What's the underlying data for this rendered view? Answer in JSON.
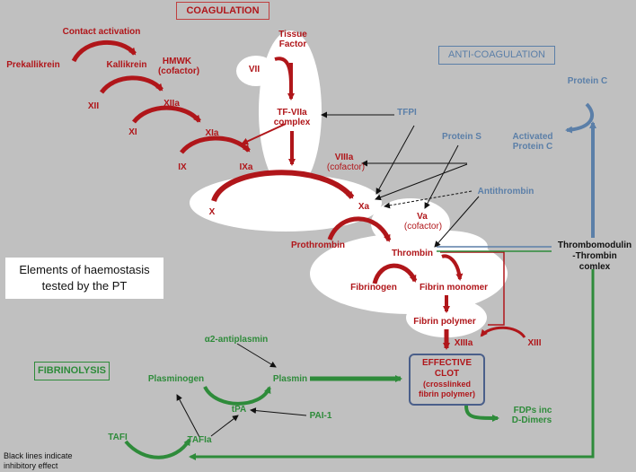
{
  "headings": {
    "coagulation": "COAGULATION",
    "anti_coagulation": "ANTI-COAGULATION",
    "fibrinolysis": "FIBRINOLYSIS"
  },
  "legend": {
    "pt_line1": "Elements of haemostasis",
    "pt_line2": "tested by the PT",
    "inhibit_line1": "Black lines indicate",
    "inhibit_line2": "inhibitory effect"
  },
  "coag": {
    "contact_activation": "Contact activation",
    "prekallikrein": "Prekallikrein",
    "kallikrein": "Kallikrein",
    "hmwk": "HMWK",
    "hmwk_cofactor": "(cofactor)",
    "xii": "XII",
    "xiia": "XIIa",
    "xi": "XI",
    "xia": "XIa",
    "ix": "IX",
    "ixa": "IXa",
    "tissue_factor_1": "Tissue",
    "tissue_factor_2": "Factor",
    "vii": "VII",
    "tf_viia_1": "TF-VIIa",
    "tf_viia_2": "complex",
    "viiia": "VIIIa",
    "viiia_cofactor": "(cofactor)",
    "x": "X",
    "xa": "Xa",
    "va": "Va",
    "va_cofactor": "(cofactor)",
    "prothrombin": "Prothrombin",
    "thrombin": "Thrombin",
    "fibrinogen": "Fibrinogen",
    "fibrin_monomer": "Fibrin monomer",
    "fibrin_polymer": "Fibrin polymer",
    "xiiia": "XIIIa",
    "xiii": "XIII",
    "clot_1": "EFFECTIVE",
    "clot_2": "CLOT",
    "clot_3": "(crosslinked",
    "clot_4": "fibrin polymer)"
  },
  "anti": {
    "tfpi": "TFPI",
    "protein_s": "Protein S",
    "activated_pc_1": "Activated",
    "activated_pc_2": "Protein C",
    "protein_c": "Protein C",
    "antithrombin": "Antithrombin",
    "thrombomodulin_1": "Thrombomodulin",
    "thrombomodulin_2": "-Thrombin",
    "thrombomodulin_3": "comlex"
  },
  "fibrino": {
    "a2_antiplasmin": "α2-antiplasmin",
    "plasminogen": "Plasminogen",
    "plasmin": "Plasmin",
    "tpa": "tPA",
    "pai1": "PAI-1",
    "tafi": "TAFI",
    "tafia": "TAFIa",
    "fdps_1": "FDPs inc",
    "fdps_2": "D-Dimers"
  },
  "colors": {
    "coagulation": "#b0161a",
    "anti_coagulation": "#5b7fa8",
    "fibrinolysis": "#2e8b3a",
    "inhibitory": "#111111",
    "background": "#c0c0c0",
    "pt_region": "#ffffff"
  }
}
